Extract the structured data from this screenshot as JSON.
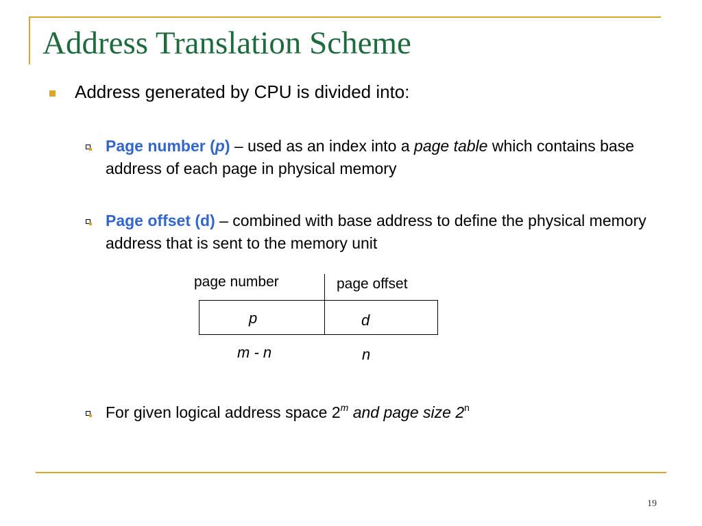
{
  "slide": {
    "title": "Address Translation Scheme",
    "page_number": "19",
    "accent_color": "#d9a52b",
    "title_color": "#1e6b3e",
    "highlight_color": "#3366cc"
  },
  "bullets": {
    "main": "Address generated by CPU is divided into:",
    "page_number_item": {
      "term_prefix": "Page number (",
      "term_var": "p",
      "term_suffix": ")",
      "text_1": " – used as an index into a ",
      "text_em": "page table",
      "text_2": " which contains base address of each page in physical memory"
    },
    "page_offset_item": {
      "term": "Page offset (d)",
      "text": " – combined with base address to define the physical memory address that is sent to the memory unit"
    },
    "given_item": {
      "text_1": "For given logical address space 2",
      "sup_1": "m",
      "text_em": " and page size ",
      "text_2": "2",
      "sup_2": "n"
    }
  },
  "diagram": {
    "left_header": "page number",
    "right_header": "page offset",
    "left_value": "p",
    "right_value": "d",
    "left_size": "m - n",
    "right_size": "n"
  }
}
